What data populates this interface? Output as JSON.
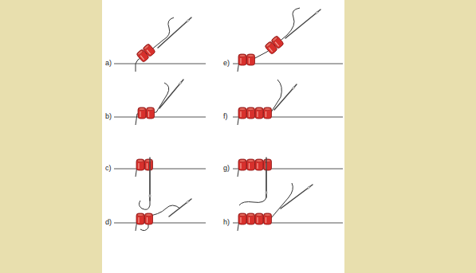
{
  "diagram": {
    "labels": [
      "a)",
      "e)",
      "b)",
      "f)",
      "c)",
      "g)",
      "d)",
      "h)"
    ]
  }
}
